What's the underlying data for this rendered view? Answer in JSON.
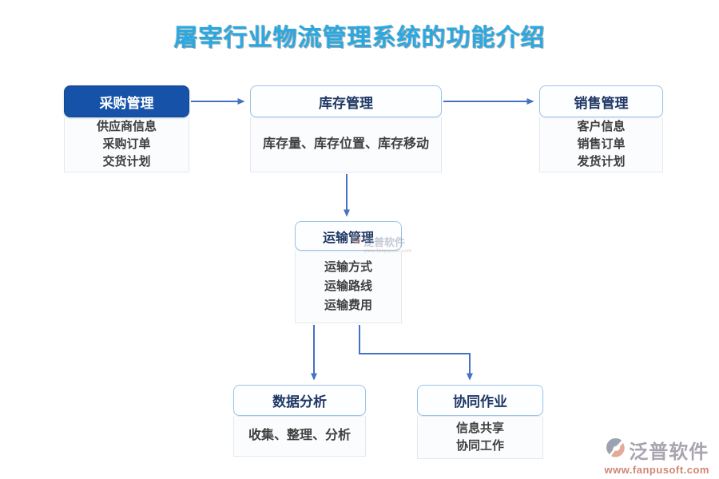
{
  "title": "屠宰行业物流管理系统的功能介绍",
  "colors": {
    "title_blue": "#29a9e1",
    "primary_header_bg": "#1652a8",
    "light_header_border": "#9dc3e6",
    "header_text_navy": "#1f3864",
    "body_text_gray": "#3f3f3f",
    "arrow_blue": "#4472c4",
    "brand_gray": "#9b95a3",
    "brand_salmon": "#c9705c"
  },
  "boxes": {
    "purchase": {
      "title": "采购管理",
      "items": [
        "供应商信息",
        "采购订单",
        "交货计划"
      ]
    },
    "inventory": {
      "title": "库存管理",
      "items": [
        "库存量、库存位置、库存移动"
      ]
    },
    "sales": {
      "title": "销售管理",
      "items": [
        "客户信息",
        "销售订单",
        "发货计划"
      ]
    },
    "transport": {
      "title": "运输管理",
      "items": [
        "运输方式",
        "运输路线",
        "运输费用"
      ]
    },
    "data_analysis": {
      "title": "数据分析",
      "items": [
        "收集、整理、分析"
      ]
    },
    "collaboration": {
      "title": "协同作业",
      "items": [
        "信息共享",
        "协同工作"
      ]
    }
  },
  "watermark": {
    "brand": "泛普软件",
    "url": "www.fanpusoft.com"
  }
}
